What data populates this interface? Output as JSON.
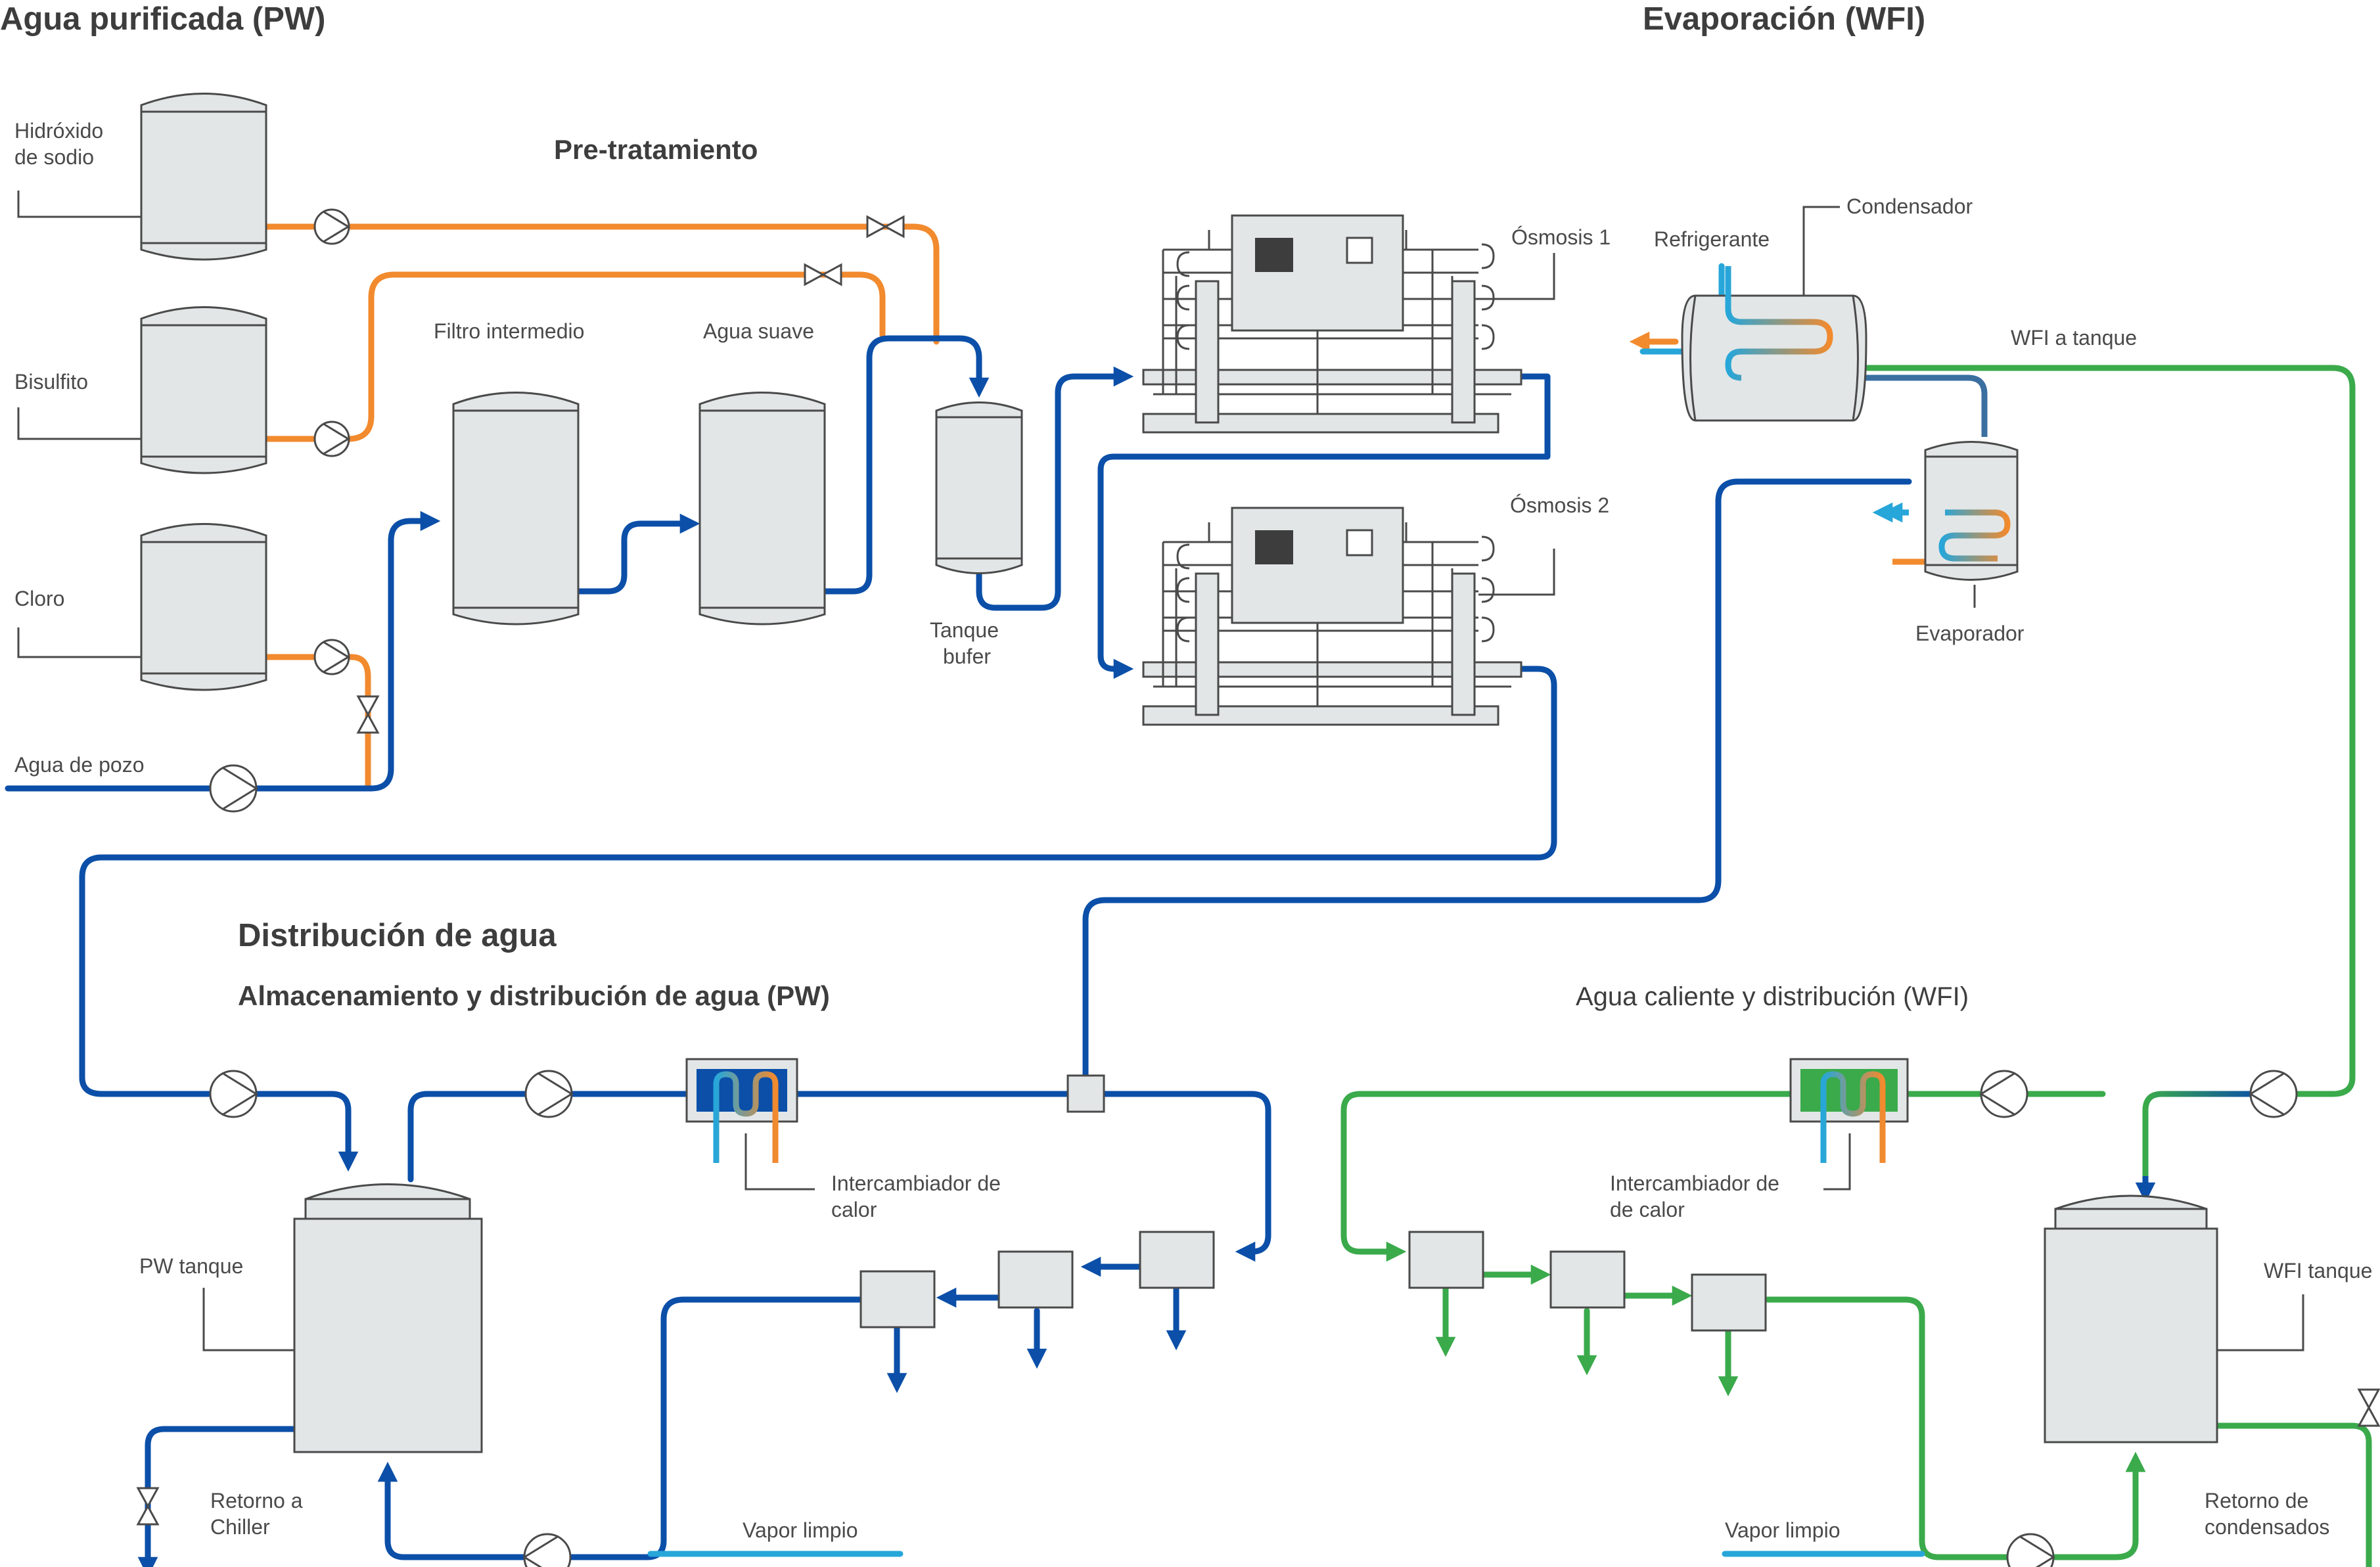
{
  "titles": {
    "pw": "Agua purificada (PW)",
    "wfi": "Evaporación (WFI)",
    "pretreatment": "Pre-tratamiento",
    "distribution": "Distribución de agua",
    "pw_storage": "Almacenamiento y distribución de agua (PW)",
    "wfi_hot": "Agua caliente y distribución (WFI)"
  },
  "labels": {
    "sodium_hydroxide_1": "Hidróxido",
    "sodium_hydroxide_2": "de sodio",
    "bisulfite": "Bisulfito",
    "chlorine": "Cloro",
    "well_water": "Agua de pozo",
    "intermediate_filter": "Filtro intermedio",
    "soft_water": "Agua suave",
    "buffer_tank_1": "Tanque",
    "buffer_tank_2": "bufer",
    "osmosis_1": "Ósmosis 1",
    "osmosis_2": "Ósmosis 2",
    "condenser": "Condensador",
    "refrigerant": "Refrigerante",
    "wfi_to_tank": "WFI a tanque",
    "evaporator": "Evaporador",
    "pw_tank": "PW tanque",
    "heat_exchanger_pw_1": "Intercambiador de",
    "heat_exchanger_pw_2": "calor",
    "heat_exchanger_wfi_1": "Intercambiador de",
    "heat_exchanger_wfi_2": "de calor",
    "chiller_return_1": "Retorno a",
    "chiller_return_2": "Chiller",
    "clean_steam_pw": "Vapor limpio",
    "wfi_tank": "WFI tanque",
    "clean_steam_wfi": "Vapor limpio",
    "condensate_return_1": "Retorno de",
    "condensate_return_2": "condensados"
  },
  "colors": {
    "pw_pipe": "#0b4fa8",
    "chemical_pipe": "#f28a2e",
    "wfi_pipe": "#3aaa4b",
    "steam_pipe": "#27a6d9",
    "vessel_fill": "#e2e6e6",
    "outline": "#4a4a4a"
  }
}
